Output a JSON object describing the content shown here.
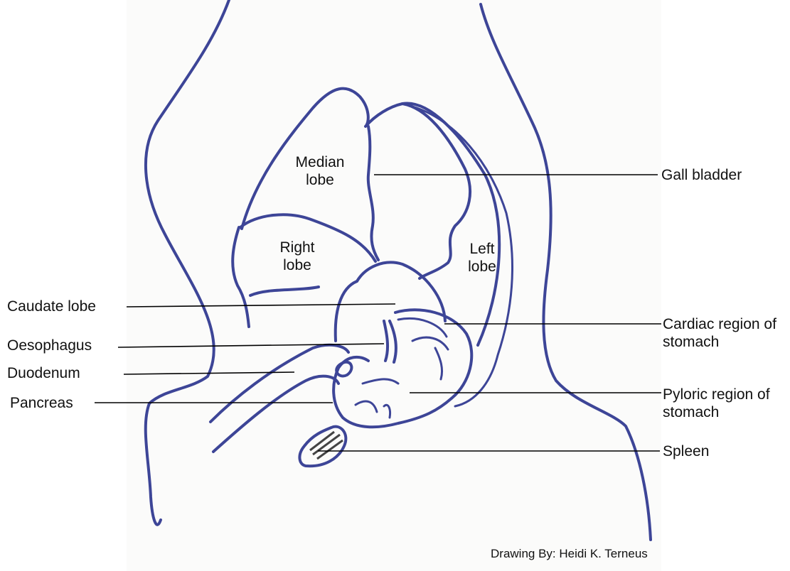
{
  "diagram": {
    "ink_color": "#3d4597",
    "labels": {
      "median_lobe": "Median lobe",
      "right_lobe": "Right lobe",
      "left_lobe": "Left lobe",
      "gall_bladder": "Gall bladder",
      "caudate_lobe": "Caudate lobe",
      "oesophagus": "Oesophagus",
      "duodenum": "Duodenum",
      "pancreas": "Pancreas",
      "cardiac_region": "Cardiac region of stomach",
      "pyloric_region": "Pyloric region of stomach",
      "spleen": "Spleen"
    },
    "credit": "Drawing By: Heidi K. Terneus"
  }
}
